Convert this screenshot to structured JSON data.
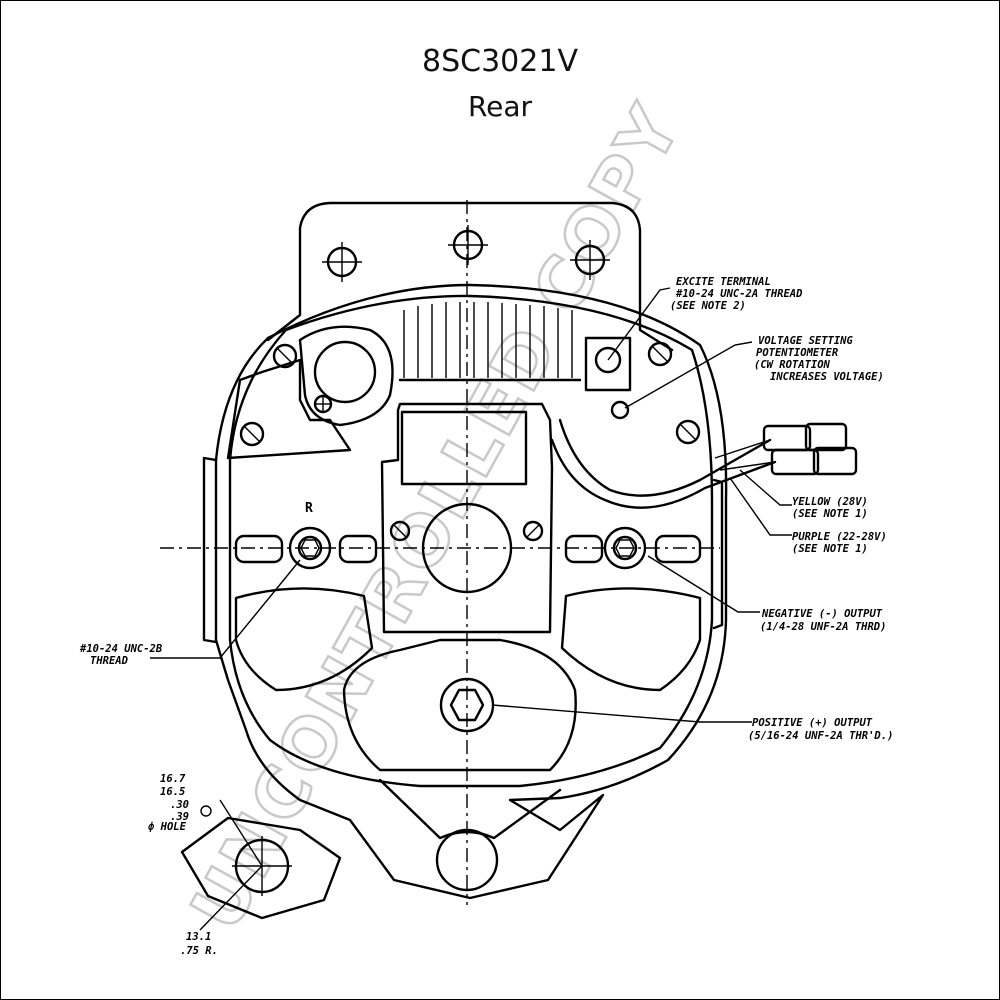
{
  "title": "8SC3021V",
  "subtitle": "Rear",
  "watermark": "UNCONTROLLED COPY",
  "labels": {
    "excite_1": "EXCITE TERMINAL",
    "excite_2": "#10-24 UNC-2A THREAD",
    "excite_3": "(SEE NOTE 2)",
    "voltage_1": "VOLTAGE SETTING",
    "voltage_2": "POTENTIOMETER",
    "voltage_3": "(CW ROTATION",
    "voltage_4": "INCREASES VOLTAGE)",
    "yellow_1": "YELLOW (28V)",
    "yellow_2": "(SEE NOTE 1)",
    "purple_1": "PURPLE (22-28V)",
    "purple_2": "(SEE NOTE 1)",
    "negative_1": "NEGATIVE (-) OUTPUT",
    "negative_2": "(1/4-28 UNF-2A THRD)",
    "positive_1": "POSITIVE (+) OUTPUT",
    "positive_2": "(5/16-24 UNF-2A THR'D.)",
    "thread_1": "#10-24 UNC-2B",
    "thread_2": "THREAD",
    "terminal_r": "R",
    "dim_1": "16.7",
    "dim_2": "16.5",
    "dim_3": ".30",
    "dim_4": ".39",
    "dim_hole": "ф HOLE",
    "dim_5": "13.1",
    "dim_6": ".75 R."
  }
}
